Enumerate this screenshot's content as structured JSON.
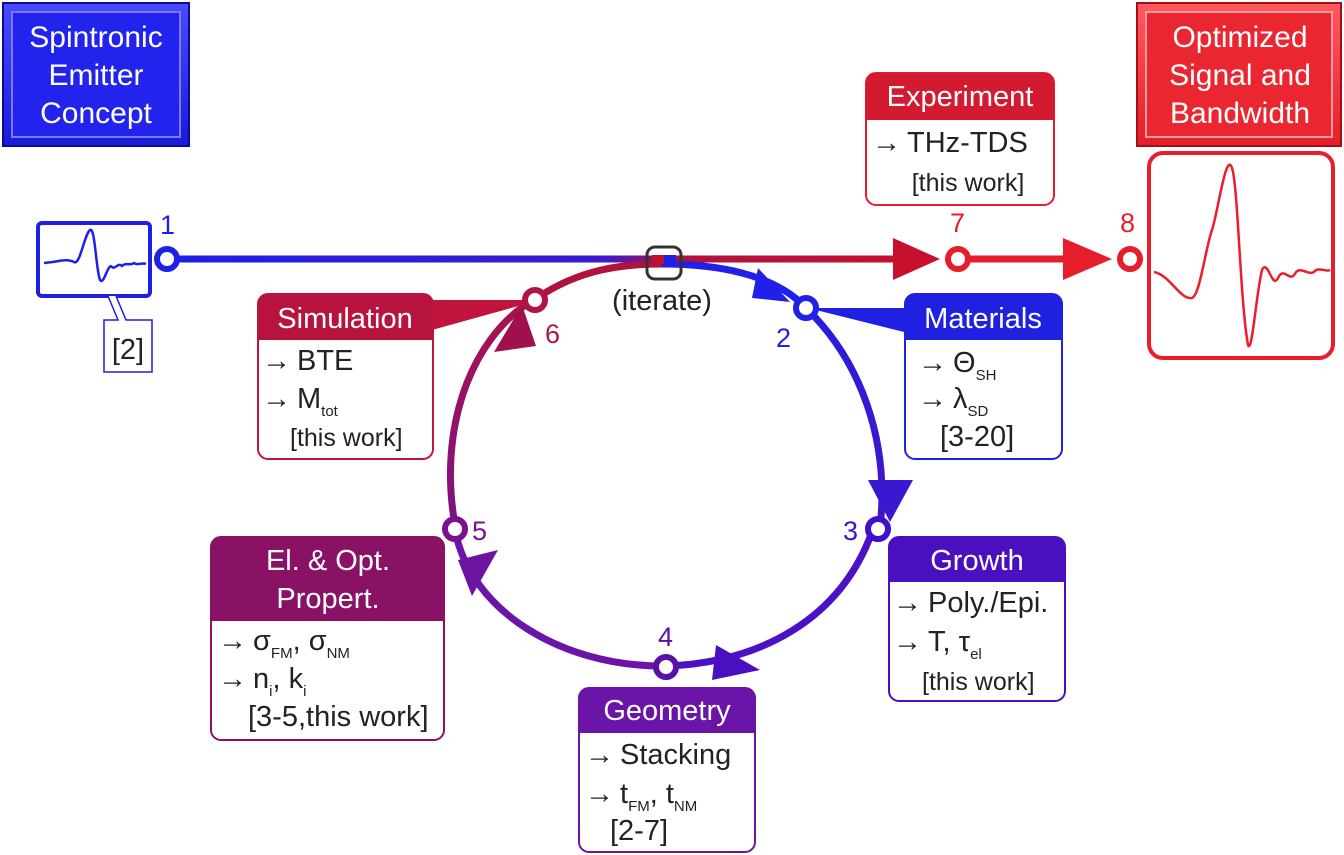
{
  "colors": {
    "blue": "#1f1fe6",
    "red": "#e61e2c",
    "crimson": "#c0143c",
    "plum": "#8a1266",
    "violet": "#6a14a8",
    "indigo": "#4a0fc8",
    "dark_red": "#c01030"
  },
  "start_box": {
    "lines": [
      "Spintronic",
      "Emitter",
      "Concept"
    ]
  },
  "end_box": {
    "lines": [
      "Optimized",
      "Signal and",
      "Bandwidth"
    ]
  },
  "ref_small": "[2]",
  "iterate_label": "(iterate)",
  "nodes": [
    "1",
    "2",
    "3",
    "4",
    "5",
    "6",
    "7",
    "8"
  ],
  "boxes": {
    "experiment": {
      "title": "Experiment",
      "line1": "THz-TDS",
      "ref": "[this work]"
    },
    "simulation": {
      "title": "Simulation",
      "line1": "BTE",
      "line2_main": "M",
      "line2_sub": "tot",
      "ref": "[this work]"
    },
    "materials": {
      "title": "Materials",
      "line1_main": "Θ",
      "line1_sub": "SH",
      "line2_main": "λ",
      "line2_sub": "SD",
      "ref": "[3-20]"
    },
    "growth": {
      "title": "Growth",
      "line1": "Poly./Epi.",
      "line2_main": "T, τ",
      "line2_sub": "el",
      "ref": "[this work]"
    },
    "geometry": {
      "title": "Geometry",
      "line1": "Stacking",
      "line2_a": "t",
      "line2_a_sub": "FM",
      "line2_b": ", t",
      "line2_b_sub": "NM",
      "ref": "[2-7]"
    },
    "elopt": {
      "title1": "El. & Opt.",
      "title2": "Propert.",
      "line1_a": "σ",
      "line1_a_sub": "FM",
      "line1_b": ", σ",
      "line1_b_sub": "NM",
      "line2_a": "n",
      "line2_a_sub": "i",
      "line2_b": ", k",
      "line2_b_sub": "i",
      "ref": "[3-5,this work]"
    }
  }
}
